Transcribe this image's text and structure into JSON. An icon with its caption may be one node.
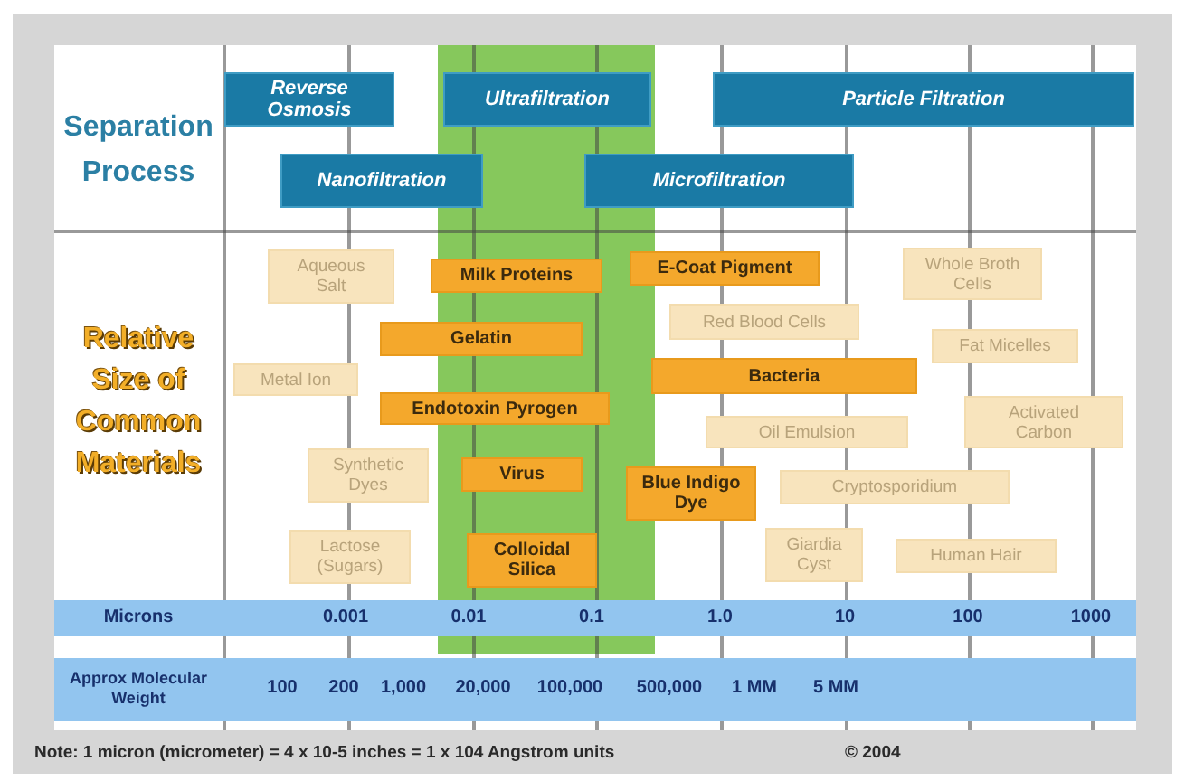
{
  "diagram": {
    "nodes": [
      {
        "text": [
          "Reverse Osmosis"
        ]
      },
      {
        "text": [
          "Ultrafiltration"
        ]
      },
      {
        "text": [
          "Particle Filtration"
        ]
      },
      {
        "text": [
          "Nanofiltration"
        ]
      },
      {
        "text": [
          "Microfiltration"
        ]
      },
      {
        "text": [
          "Aqueous Salt"
        ]
      },
      {
        "text": [
          "Milk Proteins"
        ]
      },
      {
        "text": [
          "E-Coat Pigment"
        ]
      },
      {
        "text": [
          "Whole Broth Cells"
        ]
      },
      {
        "text": [
          "Red Blood Cells"
        ]
      },
      {
        "text": [
          "Gelatin"
        ]
      },
      {
        "text": [
          "Fat Micelles"
        ]
      },
      {
        "text": [
          "Bacteria"
        ]
      },
      {
        "text": [
          "Metal Ion"
        ]
      },
      {
        "text": [
          "Endotoxin Pyrogen"
        ]
      },
      {
        "text": [
          "Oil Emulsion"
        ]
      },
      {
        "text": [
          "Activated Carbon"
        ]
      },
      {
        "text": [
          "Synthetic Dyes"
        ]
      },
      {
        "text": [
          "Virus"
        ]
      },
      {
        "text": [
          "Blue Indigo Dye"
        ]
      },
      {
        "text": [
          "Cryptosporidium"
        ]
      },
      {
        "text": [
          "Lactose (Sugars)"
        ]
      },
      {
        "text": [
          "Colloidal Silica"
        ]
      },
      {
        "text": [
          "Giardia Cyst"
        ]
      },
      {
        "text": [
          "Human Hair"
        ]
      }
    ],
    "labels": [
      "Separation Process",
      "Relative Size of Common Materials",
      "Microns",
      "0.001",
      "0.01",
      "0.1",
      "1.0",
      "10",
      "100",
      "1000",
      "Approx Molecular Weight",
      "100",
      "200",
      "1,000",
      "20,000",
      "100,000",
      "500,000",
      "1 MM",
      "5 MM",
      "Note: 1 micron (micrometer) = 4 x 10-5 inches = 1 x 104 Angstrom units",
      "© 2004"
    ]
  }
}
